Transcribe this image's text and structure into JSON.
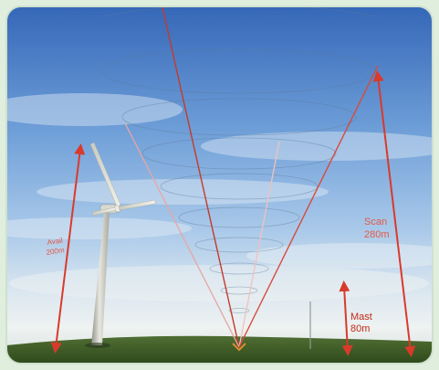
{
  "scene": {
    "frame_color": "#dfeedd",
    "sky_top": "#3f74c1",
    "sky_mid": "#8fb8e3",
    "sky_haze": "#e6eef2",
    "ground_color": "#3a5622",
    "beam_red": "#d93a2b",
    "beam_light": "#e7a6a3",
    "guide_color": "#5e7a99"
  },
  "labels": {
    "avail_line1": "Avail",
    "avail_line2": "200m",
    "scan_line1": "Scan",
    "scan_line2": "280m",
    "mast_line1": "Mast",
    "mast_line2": "80m"
  }
}
